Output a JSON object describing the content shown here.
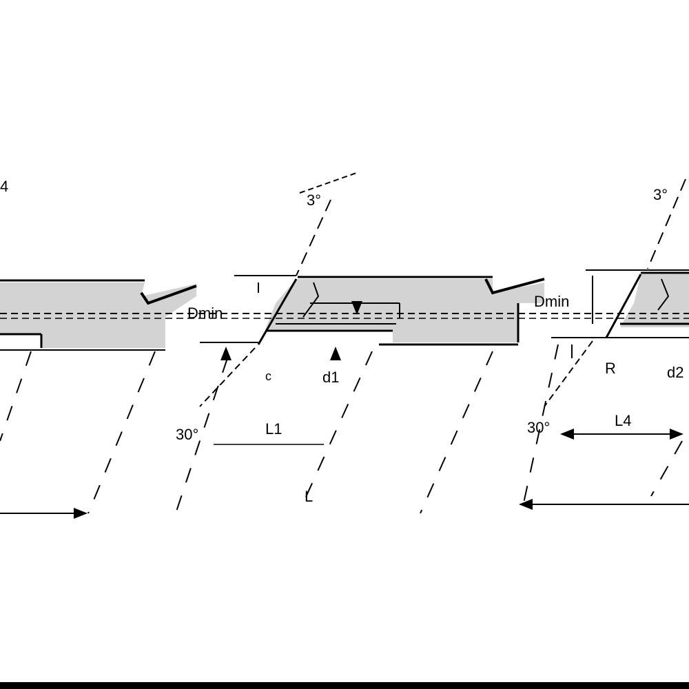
{
  "drawing": {
    "fill_color": "#d3d3d3",
    "line_color": "#000000",
    "labels": {
      "top_left_angle": "4",
      "top_center_angle": "3°",
      "top_right_angle": "3°",
      "dmin_left": "Dmin",
      "c": "c",
      "d1": "d1",
      "left_bottom_angle": "30°",
      "l1": "L1",
      "l": "L",
      "dmin_right": "Dmin",
      "r": "R",
      "d2": "d2",
      "right_bottom_angle": "30°",
      "l4": "L4"
    }
  }
}
